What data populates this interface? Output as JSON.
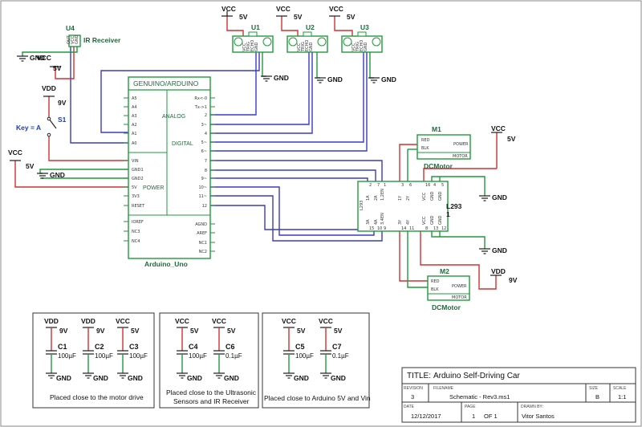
{
  "parts": {
    "u4": {
      "ref": "U4",
      "name": "IR Receiver",
      "pins": [
        "OUT",
        "VCC",
        "GND"
      ]
    },
    "u1": {
      "ref": "U1",
      "pins": [
        "VCC",
        "TRIG",
        "ECHO",
        "GND"
      ]
    },
    "u2": {
      "ref": "U2",
      "pins": [
        "VCC",
        "TRIG",
        "ECHO",
        "GND"
      ]
    },
    "u3": {
      "ref": "U3",
      "pins": [
        "VCC",
        "TRIG",
        "ECHO",
        "GND"
      ]
    },
    "arduino": {
      "header": "GENUINO/ARDUINO",
      "name": "Arduino_Uno",
      "analog_label": "ANALOG",
      "digital_label": "DIGITAL",
      "power_label": "POWER",
      "left_pins": [
        "A5",
        "A4",
        "A3",
        "A2",
        "A1",
        "A0",
        "VIN",
        "GND1",
        "GND2",
        "5V",
        "3V3",
        "RESET",
        "IOREF",
        "NC3",
        "NC4"
      ],
      "right_pins": [
        "Rx<-0",
        "Tx->1",
        "2",
        "3~",
        "4",
        "5~",
        "6~",
        "7",
        "8",
        "9~",
        "10~",
        "11~",
        "12",
        "AGND",
        "AREF",
        "NC1",
        "NC2"
      ]
    },
    "switch": {
      "ref": "S1",
      "key": "Key = A"
    },
    "l293": {
      "ref": "L293",
      "sub": "1",
      "chip": "L293",
      "top_pins": [
        "1A",
        "2A",
        "1,2EN",
        "1Y",
        "2Y",
        "VCC",
        "GND",
        "GND"
      ],
      "bot_pins": [
        "3A",
        "4A",
        "3,4EN",
        "3Y",
        "4Y",
        "VCC",
        "GND",
        "GND"
      ],
      "top_nums": [
        "2",
        "7",
        "1",
        "3",
        "6",
        "16",
        "4",
        "5"
      ],
      "bot_nums": [
        "15",
        "10",
        "9",
        "14",
        "11",
        "8",
        "13",
        "12"
      ]
    },
    "m1": {
      "ref": "M1",
      "name": "DCMotor",
      "pins": [
        "RED",
        "BLK"
      ],
      "labels": [
        "POWER",
        "MOTOR"
      ]
    },
    "m2": {
      "ref": "M2",
      "name": "DCMotor",
      "pins": [
        "RED",
        "BLK"
      ],
      "labels": [
        "POWER",
        "MOTOR"
      ]
    }
  },
  "power": {
    "vcc_name": "VCC",
    "vcc_val": "5V",
    "vdd_name": "VDD",
    "vdd_val": "9V",
    "gnd": "GND"
  },
  "caps": [
    {
      "ref": "C1",
      "val": "100µF",
      "rail": "VDD",
      "railv": "9V"
    },
    {
      "ref": "C2",
      "val": "100µF",
      "rail": "VDD",
      "railv": "9V"
    },
    {
      "ref": "C3",
      "val": "100µF",
      "rail": "VCC",
      "railv": "5V"
    },
    {
      "ref": "C4",
      "val": "100µF",
      "rail": "VCC",
      "railv": "5V"
    },
    {
      "ref": "C6",
      "val": "0.1µF",
      "rail": "VCC",
      "railv": "5V"
    },
    {
      "ref": "C5",
      "val": "100µF",
      "rail": "VCC",
      "railv": "5V"
    },
    {
      "ref": "C7",
      "val": "0.1µF",
      "rail": "VCC",
      "railv": "5V"
    }
  ],
  "notes": {
    "n1": "Placed close to the motor drive",
    "n2a": "Placed close to the Ultrasonic",
    "n2b": "Sensors and IR Receiver",
    "n3": "Placed close to Arduino 5V and Vin"
  },
  "titleblock": {
    "title_label": "TITLE:",
    "title": "Arduino Self-Driving Car",
    "rev_label": "REVISION",
    "rev": "3",
    "file_label": "FILENAME",
    "file": "Schematic - Rev3.ms1",
    "size_label": "SIZE",
    "size": "B",
    "scale_label": "SCALE",
    "scale": "1:1",
    "date_label": "DATE",
    "date": "12/12/2017",
    "page_label": "PAGE",
    "page": "1",
    "of": "OF 1",
    "drawn_label": "DRAWN BY:",
    "drawn": "Vitor Santos"
  }
}
